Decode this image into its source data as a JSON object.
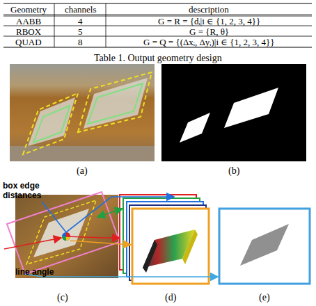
{
  "diagram": {
    "caption": "Table 1. Output geometry design",
    "labels": [
      "Geometry",
      "channels",
      "description",
      "AABB",
      "4",
      "G = R = {dᵢ|i ∈ {1, 2, 3, 4}}",
      "RBOX",
      "5",
      "G = {R, θ}",
      "QUAD",
      "8",
      "G = Q = {(Δxᵢ, Δyᵢ)|i ∈ {1, 2, 3, 4}}",
      "(a)",
      "(b)",
      "box edge distances",
      "line angle",
      "(c)",
      "(d)",
      "(e)"
    ]
  }
}
